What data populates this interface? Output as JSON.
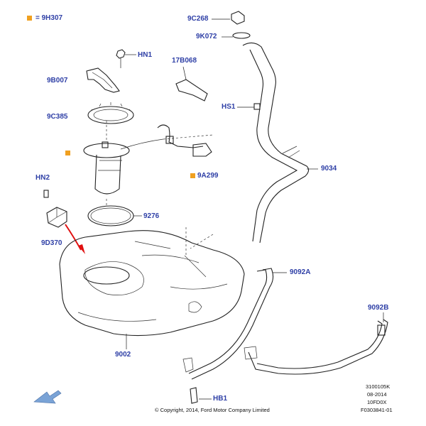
{
  "legend": {
    "code": "= 9H307",
    "swatch_color": "#f0a020"
  },
  "callouts": {
    "hn1": "HN1",
    "b9007": "9B007",
    "c9385": "9C385",
    "marker_pump": "",
    "hn2": "HN2",
    "d9370": "9D370",
    "c9268": "9C268",
    "k9072": "9K072",
    "b17068": "17B068",
    "hs1": "HS1",
    "a9299": "9A299",
    "n9276": "9276",
    "n9034": "9034",
    "a9092": "9092A",
    "b9092": "9092B",
    "n9002": "9002",
    "hb1": "HB1"
  },
  "footer": {
    "copyright": "© Copyright, 2014, Ford Motor Company Limited",
    "code1": "3100105K",
    "date": "08-2014",
    "code2": "10FD0X",
    "figure": "F0303841-01"
  },
  "colors": {
    "callout_text": "#2e3fa6",
    "marker": "#f0a020",
    "arrow": "#e01010",
    "nav_arrow": "#7aa3d6"
  },
  "icons": {
    "marker": "orange-square-icon",
    "nav": "direction-arrow-icon",
    "indicator": "red-arrow-icon"
  }
}
